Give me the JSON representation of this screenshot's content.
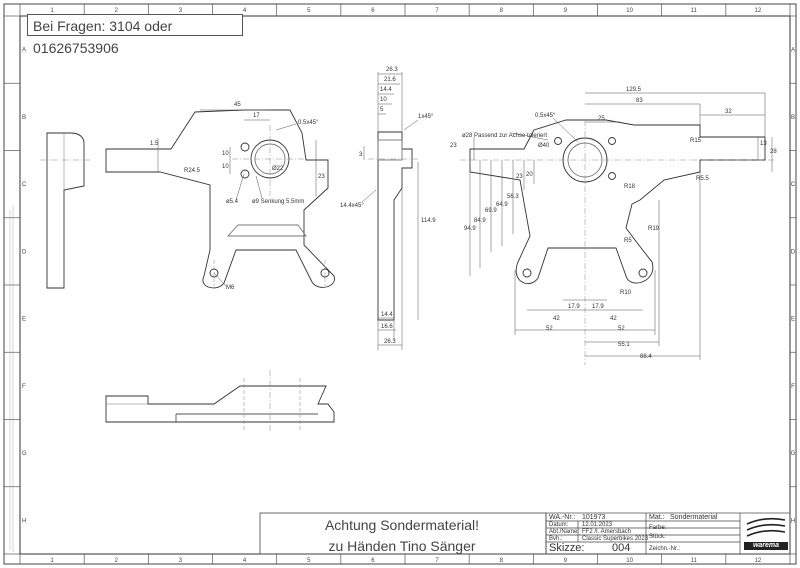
{
  "header_note": "Bei Fragen: 3104 oder 01626753906",
  "attention": {
    "line1": "Achtung Sondermaterial!",
    "line2": "zu Händen Tino Sänger"
  },
  "title_block": {
    "wa_label": "WA.-Nr.:",
    "wa_value": "101973",
    "datum_label": "Datum:",
    "datum_value": "12.01.2023",
    "abt_label": "Abt./Name:",
    "abt_value": "FF2      /I. Amersbach",
    "bvh_label": "Bvh.:",
    "bvh_value": "Classic Superbikes 2023",
    "skizze_label": "Skizze:",
    "skizze_value": "004",
    "mat_label": "Mat.:",
    "mat_value": "Sondermaterial",
    "farbe_label": "Farbe:",
    "stueck_label": "Stück:",
    "zeich_label": "Zeichn.-Nr.:",
    "logo": "warema"
  },
  "grid": {
    "columns": [
      "1",
      "2",
      "3",
      "4",
      "5",
      "6",
      "7",
      "8",
      "9",
      "10",
      "11",
      "12"
    ],
    "rows": [
      "A",
      "B",
      "C",
      "D",
      "E",
      "F",
      "G",
      "H"
    ]
  },
  "dims_front": {
    "d45": "45",
    "d17": "17",
    "d05": "0.5x45°",
    "d15": "1.5",
    "d10a": "10",
    "d10b": "10",
    "r245": "R24.5",
    "d22": "Ø22",
    "d23": "23",
    "d54": "ø5.4",
    "senk": "ø9 Senkung 5.5mm",
    "m6": "M6"
  },
  "dims_side": {
    "d263": "26.3",
    "d216": "21.6",
    "d144": "14.4",
    "d10": "10",
    "d5": "5",
    "d3": "3",
    "c1": "1x45°",
    "c2": "14.4x45°",
    "d1149": "114.9",
    "b144": "14.4",
    "b166": "16.6",
    "b263": "26.3"
  },
  "dims_right": {
    "d1295": "129.5",
    "d83": "83",
    "d32": "32",
    "d25": "25",
    "d05": "0.5x45°",
    "note28": "ø28 Passend zur Achse toleriert",
    "d40": "Ø40",
    "d23": "23",
    "r15": "R15",
    "d13": "13",
    "d28": "28",
    "r18": "R18",
    "r55": "R5.5",
    "r5": "R5",
    "r19": "R19",
    "r10": "R10",
    "v949": "94.9",
    "v849": "84.9",
    "v699": "69.9",
    "v649": "64.9",
    "v563": "56.3",
    "v23": "23",
    "v20": "20",
    "h179a": "17.9",
    "h179b": "17.9",
    "h42a": "42",
    "h42b": "42",
    "h52a": "52",
    "h52b": "52",
    "h551": "55.1",
    "h884": "88.4"
  }
}
